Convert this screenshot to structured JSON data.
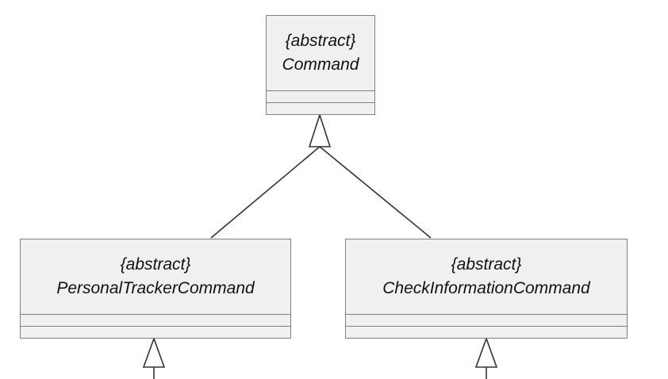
{
  "diagram": {
    "classes": [
      {
        "id": "command",
        "stereotype": "{abstract}",
        "name": "Command"
      },
      {
        "id": "personal",
        "stereotype": "{abstract}",
        "name": "PersonalTrackerCommand"
      },
      {
        "id": "check",
        "stereotype": "{abstract}",
        "name": "CheckInformationCommand"
      }
    ],
    "relations": [
      {
        "type": "generalization",
        "from": "PersonalTrackerCommand",
        "to": "Command"
      },
      {
        "type": "generalization",
        "from": "CheckInformationCommand",
        "to": "Command"
      }
    ],
    "colors": {
      "box_fill": "#f0f0f0",
      "box_border": "#808080",
      "line": "#333333",
      "text": "#111111"
    }
  }
}
